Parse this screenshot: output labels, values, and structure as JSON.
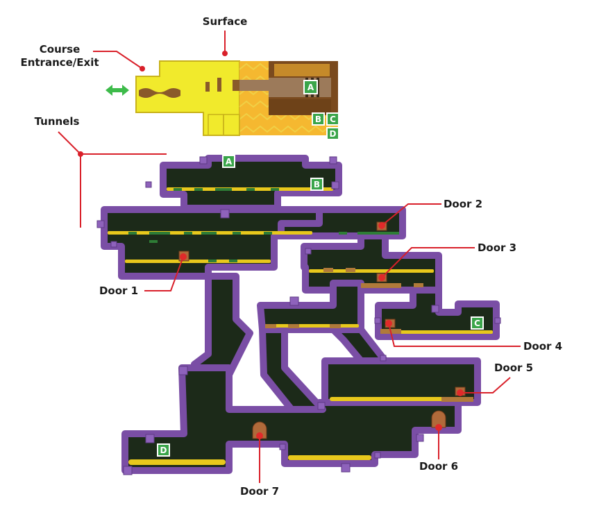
{
  "labels": {
    "surface": "Surface",
    "entrance_line1": "Course",
    "entrance_line2": "Entrance/Exit",
    "tunnels": "Tunnels"
  },
  "doors": [
    {
      "label": "Door 1"
    },
    {
      "label": "Door 2"
    },
    {
      "label": "Door 3"
    },
    {
      "label": "Door 4"
    },
    {
      "label": "Door 5"
    },
    {
      "label": "Door 6"
    },
    {
      "label": "Door 7"
    }
  ],
  "pipe_markers": {
    "surface": [
      "A",
      "B",
      "C",
      "D"
    ],
    "tunnels": [
      "A",
      "B",
      "C",
      "D"
    ]
  },
  "colors": {
    "callout_line": "#d9202a",
    "door_dot": "#e02a2a",
    "marker_green": "#3aa54a",
    "entrance_arrow": "#3dbb4a",
    "tunnel_fill": "#1c2a19",
    "tunnel_border": "#7a4ea5",
    "surface_sand": "#f1ea2c",
    "surface_dirt": "#8a5a2a"
  },
  "icons": {
    "entrance_arrow": "double-arrow-icon",
    "door": "door-icon"
  }
}
